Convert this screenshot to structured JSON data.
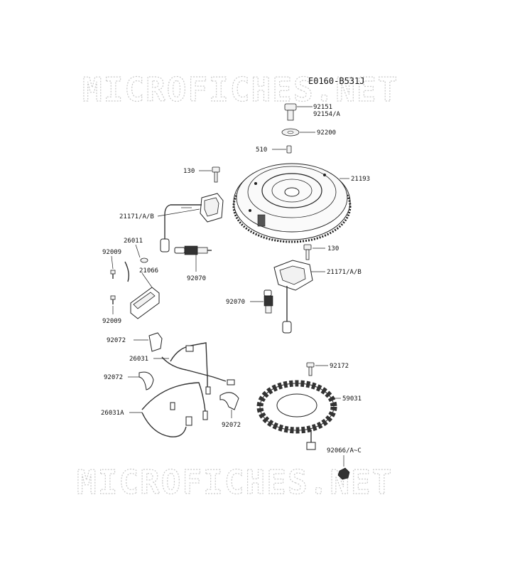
{
  "diagram_code": "E0160-B531J",
  "watermark": "MICROFICHES.NET",
  "parts": [
    {
      "id": "p92151",
      "label": "92151"
    },
    {
      "id": "p92154",
      "label": "92154/A"
    },
    {
      "id": "p92200",
      "label": "92200"
    },
    {
      "id": "p510",
      "label": "510"
    },
    {
      "id": "p130a",
      "label": "130"
    },
    {
      "id": "p21193",
      "label": "21193"
    },
    {
      "id": "p21171a",
      "label": "21171/A/B"
    },
    {
      "id": "p26011",
      "label": "26011"
    },
    {
      "id": "p92009a",
      "label": "92009"
    },
    {
      "id": "p21066",
      "label": "21066"
    },
    {
      "id": "p92070a",
      "label": "92070"
    },
    {
      "id": "p130b",
      "label": "130"
    },
    {
      "id": "p21171b",
      "label": "21171/A/B"
    },
    {
      "id": "p92009b",
      "label": "92009"
    },
    {
      "id": "p92070b",
      "label": "92070"
    },
    {
      "id": "p92072a",
      "label": "92072"
    },
    {
      "id": "p26031",
      "label": "26031"
    },
    {
      "id": "p92172",
      "label": "92172"
    },
    {
      "id": "p92072b",
      "label": "92072"
    },
    {
      "id": "p59031",
      "label": "59031"
    },
    {
      "id": "p26031a",
      "label": "26031A"
    },
    {
      "id": "p92072c",
      "label": "92072"
    },
    {
      "id": "p92066",
      "label": "92066/A~C"
    }
  ]
}
